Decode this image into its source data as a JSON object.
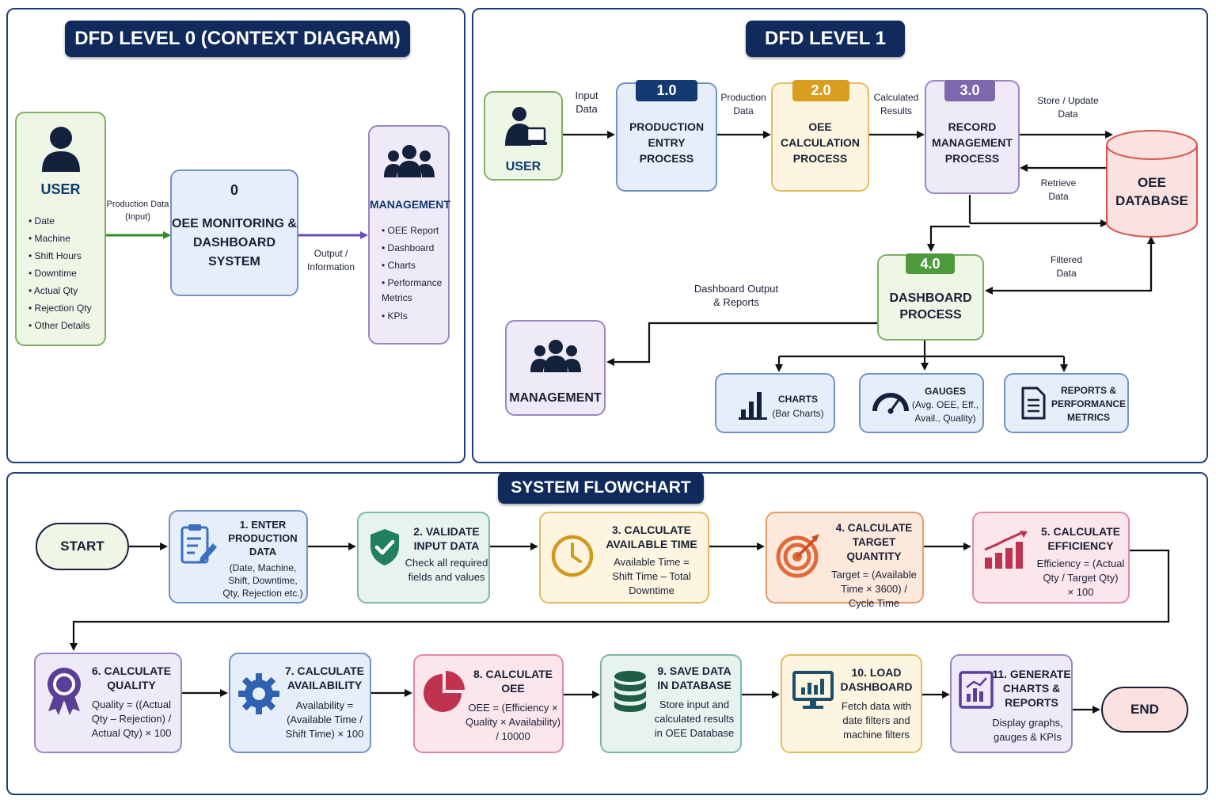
{
  "level0": {
    "title": "DFD LEVEL 0 (CONTEXT DIAGRAM)",
    "user": {
      "label": "USER",
      "items": [
        "Date",
        "Machine",
        "Shift Hours",
        "Downtime",
        "Actual Qty",
        "Rejection Qty",
        "Other Details"
      ]
    },
    "input_label": "Production Data\n(Input)",
    "system": {
      "id": "0",
      "name": "OEE MONITORING &\nDASHBOARD SYSTEM"
    },
    "output_label": "Output /\nInformation",
    "management": {
      "label": "MANAGEMENT",
      "items": [
        "OEE Report",
        "Dashboard",
        "Charts",
        "Performance\nMetrics",
        "KPIs"
      ]
    }
  },
  "level1": {
    "title": "DFD LEVEL 1",
    "user_label": "USER",
    "flow_input": "Input\nData",
    "p1": {
      "id": "1.0",
      "name": "PRODUCTION\nENTRY\nPROCESS"
    },
    "flow_production": "Production\nData",
    "p2": {
      "id": "2.0",
      "name": "OEE\nCALCULATION\nPROCESS"
    },
    "flow_calculated": "Calculated\nResults",
    "p3": {
      "id": "3.0",
      "name": "RECORD\nMANAGEMENT\nPROCESS"
    },
    "flow_store": "Store / Update\nData",
    "flow_retrieve": "Retrieve\nData",
    "database": "OEE\nDATABASE",
    "flow_filtered": "Filtered\nData",
    "p4": {
      "id": "4.0",
      "name": "DASHBOARD\nPROCESS"
    },
    "flow_dashboard": "Dashboard Output\n& Reports",
    "management_label": "MANAGEMENT",
    "outputs": {
      "charts": {
        "title": "CHARTS",
        "sub": "(Bar Charts)"
      },
      "gauges": {
        "title": "GAUGES",
        "sub": "(Avg. OEE, Eff.,\nAvail., Quality)"
      },
      "reports": {
        "title": "REPORTS &\nPERFORMANCE\nMETRICS"
      }
    }
  },
  "flowchart": {
    "title": "SYSTEM FLOWCHART",
    "start": "START",
    "end": "END",
    "steps": [
      {
        "title": "1. ENTER\nPRODUCTION\nDATA",
        "desc": "(Date, Machine,\nShift, Downtime,\nQty, Rejection etc.)",
        "icon": "clipboard-icon"
      },
      {
        "title": "2. VALIDATE\nINPUT DATA",
        "desc": "Check all required\nfields and values",
        "icon": "shield-check-icon"
      },
      {
        "title": "3. CALCULATE\nAVAILABLE TIME",
        "desc": "Available Time =\nShift Time – Total\nDowntime",
        "icon": "clock-icon"
      },
      {
        "title": "4. CALCULATE\nTARGET QUANTITY",
        "desc": "Target = (Available\nTime × 3600) /\nCycle Time",
        "icon": "target-icon"
      },
      {
        "title": "5. CALCULATE\nEFFICIENCY",
        "desc": "Efficiency = (Actual\nQty / Target Qty)\n× 100",
        "icon": "growth-chart-icon"
      },
      {
        "title": "6. CALCULATE\nQUALITY",
        "desc": "Quality = ((Actual\nQty – Rejection) /\nActual Qty) × 100",
        "icon": "award-ribbon-icon"
      },
      {
        "title": "7. CALCULATE\nAVAILABILITY",
        "desc": "Availability =\n(Available Time /\nShift Time) × 100",
        "icon": "gear-icon"
      },
      {
        "title": "8. CALCULATE\nOEE",
        "desc": "OEE = (Efficiency ×\nQuality × Availability)\n/ 10000",
        "icon": "pie-chart-icon"
      },
      {
        "title": "9. SAVE DATA\nIN DATABASE",
        "desc": "Store input and\ncalculated results\nin OEE Database",
        "icon": "database-icon"
      },
      {
        "title": "10. LOAD\nDASHBOARD",
        "desc": "Fetch data with\ndate filters and\nmachine filters",
        "icon": "monitor-chart-icon"
      },
      {
        "title": "11. GENERATE\nCHARTS &\nREPORTS",
        "desc": "Display graphs,\ngauges & KPIs",
        "icon": "report-chart-icon"
      }
    ]
  },
  "colors": {
    "banner": "#102a5c",
    "green": "#7fae66",
    "blue": "#6f93c4",
    "purple": "#9a86c2",
    "yellow": "#e0bd5e",
    "teal": "#7db8a5",
    "orange": "#e59a6b",
    "pink": "#e08aa2",
    "red": "#d5564f",
    "arrow_green": "#2e8b2e",
    "arrow_purple": "#6a4cc0"
  }
}
